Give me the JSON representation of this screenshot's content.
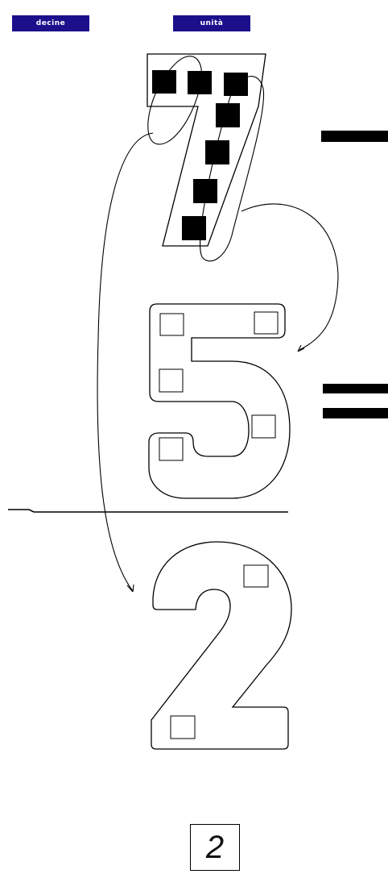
{
  "labels": {
    "tens": "decine",
    "units": "unità"
  },
  "operation": {
    "minuend": "7",
    "subtrahend": "5",
    "difference": "2",
    "minus_sign": "−",
    "equals_sign": "="
  },
  "answer": {
    "value": "2"
  },
  "counters": {
    "minuend_filled_squares": 7,
    "subtrahend_empty_squares": 5,
    "difference_empty_squares": 2
  },
  "colors": {
    "label_background": "#1c0f8c",
    "ink": "#000000",
    "background": "#ffffff"
  }
}
